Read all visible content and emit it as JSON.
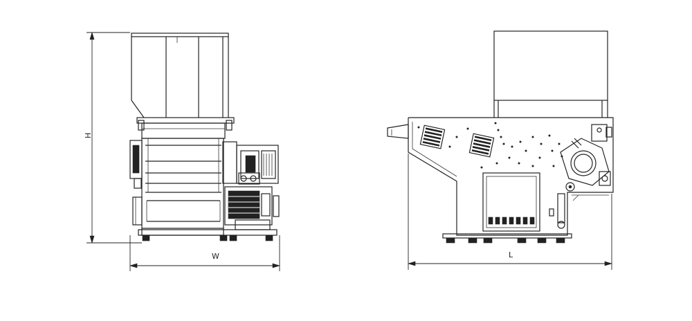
{
  "dimensions": {
    "height_label": "H",
    "width_label": "W",
    "length_label": "L"
  },
  "colors": {
    "line": "#222222",
    "background": "#ffffff"
  }
}
